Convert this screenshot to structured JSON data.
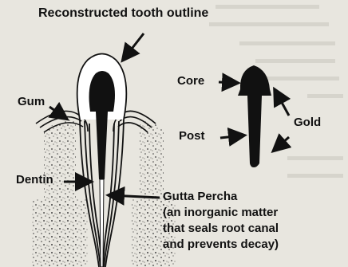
{
  "labels": {
    "title": "Reconstructed tooth outline",
    "gum": "Gum",
    "dentin": "Dentin",
    "core": "Core",
    "post": "Post",
    "gold": "Gold",
    "gutta_percha": "Gutta Percha",
    "gutta_desc_1": "(an inorganic matter",
    "gutta_desc_2": "that seals root canal",
    "gutta_desc_3": "and prevents decay)"
  },
  "colors": {
    "paper": "#e8e6df",
    "ink": "#111111",
    "bone_speckle": "#3a3a3a"
  }
}
